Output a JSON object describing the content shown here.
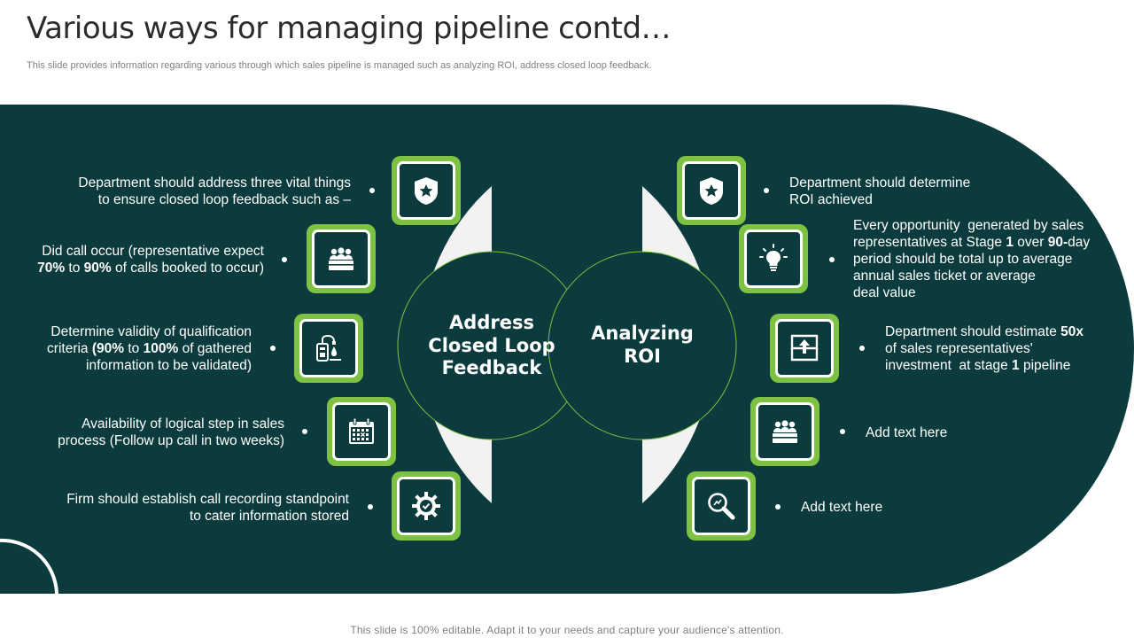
{
  "title": "Various ways for managing pipeline contd…",
  "subtitle": "This slide provides information regarding various through which sales pipeline is managed such as analyzing ROI, address closed loop feedback.",
  "footer": "This slide is 100% editable. Adapt it to your needs and capture your audience's attention.",
  "colors": {
    "dark": "#0b3b3c",
    "accent": "#7dc242",
    "light": "#f2f2f2"
  },
  "left_circle": {
    "label": [
      "Address",
      "Closed Loop",
      "Feedback"
    ]
  },
  "right_circle": {
    "label": [
      "Analyzing",
      "ROI"
    ]
  },
  "left_items": [
    {
      "icon": "badge-star-icon",
      "lines": [
        [
          {
            "t": "Department should address three vital things"
          }
        ],
        [
          {
            "t": "to ensure closed loop feedback such as –"
          }
        ]
      ]
    },
    {
      "icon": "team-icon",
      "lines": [
        [
          {
            "t": "Did call occur (representative expect"
          }
        ],
        [
          {
            "t": "70%",
            "b": true
          },
          {
            "t": " to "
          },
          {
            "t": "90%",
            "b": true
          },
          {
            "t": " of calls booked to occur)"
          }
        ]
      ]
    },
    {
      "icon": "lab-flask-icon",
      "lines": [
        [
          {
            "t": "Determine validity of qualification"
          }
        ],
        [
          {
            "t": "criteria "
          },
          {
            "t": "(90%",
            "b": true
          },
          {
            "t": " to "
          },
          {
            "t": "100%",
            "b": true
          },
          {
            "t": " of gathered"
          }
        ],
        [
          {
            "t": "information to be validated)"
          }
        ]
      ]
    },
    {
      "icon": "calendar-icon",
      "lines": [
        [
          {
            "t": "Availability of logical step in sales"
          }
        ],
        [
          {
            "t": "process (Follow up call in two weeks)"
          }
        ]
      ]
    },
    {
      "icon": "gear-check-icon",
      "lines": [
        [
          {
            "t": "Firm should establish call recording standpoint"
          }
        ],
        [
          {
            "t": "to cater information stored"
          }
        ]
      ]
    }
  ],
  "right_items": [
    {
      "icon": "badge-star-icon",
      "lines": [
        [
          {
            "t": "Department should determine"
          }
        ],
        [
          {
            "t": "ROI achieved"
          }
        ]
      ]
    },
    {
      "icon": "lightbulb-icon",
      "lines": [
        [
          {
            "t": "Every opportunity  generated by sales"
          }
        ],
        [
          {
            "t": "representatives at Stage "
          },
          {
            "t": "1",
            "b": true
          },
          {
            "t": " over "
          },
          {
            "t": "90-",
            "b": true
          },
          {
            "t": "day"
          }
        ],
        [
          {
            "t": "period should be total up to average"
          }
        ],
        [
          {
            "t": "annual sales ticket or average"
          }
        ],
        [
          {
            "t": "deal value"
          }
        ]
      ]
    },
    {
      "icon": "upload-tray-icon",
      "lines": [
        [
          {
            "t": "Department should estimate "
          },
          {
            "t": "50x",
            "b": true
          }
        ],
        [
          {
            "t": "of sales representatives'"
          }
        ],
        [
          {
            "t": "investment  at stage "
          },
          {
            "t": "1",
            "b": true
          },
          {
            "t": " pipeline"
          }
        ]
      ]
    },
    {
      "icon": "team-icon",
      "lines": [
        [
          {
            "t": "Add text here"
          }
        ]
      ]
    },
    {
      "icon": "search-chart-icon",
      "lines": [
        [
          {
            "t": "Add text here"
          }
        ]
      ]
    }
  ]
}
